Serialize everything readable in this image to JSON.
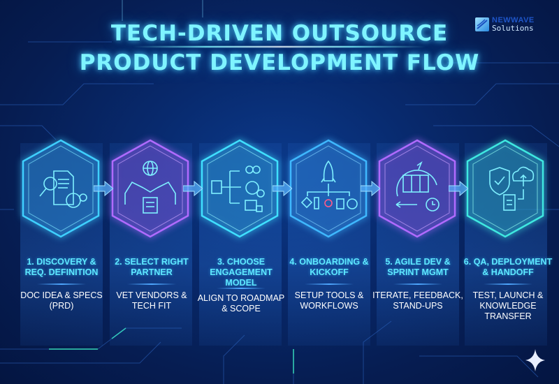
{
  "title": {
    "line1": "TECH-DRIVEN OUTSOURCE",
    "line2": "PRODUCT DEVELOPMENT FLOW"
  },
  "logo": {
    "brand": "NEWWAVE",
    "sub": "Solutions",
    "icon": "wave-logo-icon"
  },
  "steps": [
    {
      "title": "1. DISCOVERY & REQ. DEFINITION",
      "desc": "DOC IDEA & SPECS (PRD)",
      "icon": "document-search-brain-icon",
      "color": "#3fd0ff"
    },
    {
      "title": "2. SELECT RIGHT PARTNER",
      "desc": "VET VENDORS & TECH FIT",
      "icon": "robot-handshake-globe-icon",
      "color": "#b06bff"
    },
    {
      "title": "3. CHOOSE ENGAGEMENT MODEL",
      "desc": "ALIGN TO ROADMAP & SCOPE",
      "icon": "branching-options-icon",
      "color": "#40e0ff"
    },
    {
      "title": "4. ONBOARDING & KICKOFF",
      "desc": "SETUP TOOLS & WORKFLOWS",
      "icon": "rocket-tools-icon",
      "color": "#3fb8ff"
    },
    {
      "title": "5. AGILE DEV & SPRINT MGMT",
      "desc": "ITERATE, FEEDBACK, STAND-UPS",
      "icon": "sprint-cycle-icon",
      "color": "#b06bff"
    },
    {
      "title": "6. QA, DEPLOYMENT & HANDOFF",
      "desc": "TEST, LAUNCH & KNOWLEDGE TRANSFER",
      "icon": "shield-cloud-upload-icon",
      "color": "#3fe8e0"
    }
  ],
  "decor": {
    "sparkle": "sparkle-star-icon"
  }
}
